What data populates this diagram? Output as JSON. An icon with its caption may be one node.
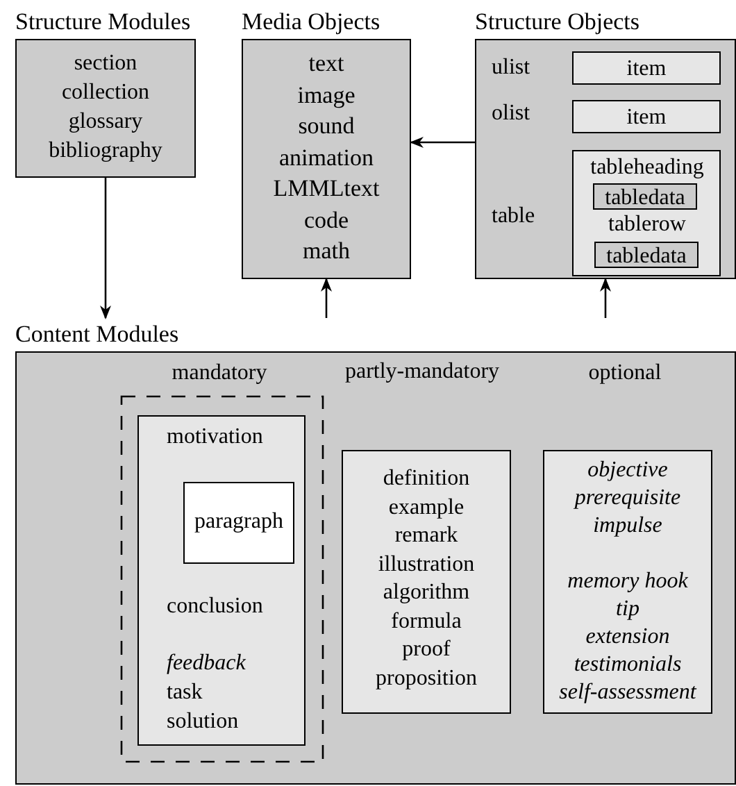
{
  "diagram": {
    "nodes": [
      {
        "text": [
          "Structure Modules",
          "section",
          "collection",
          "glossary",
          "bibliography"
        ]
      },
      {
        "text": [
          "Media Objects",
          "text",
          "image",
          "sound",
          "animation",
          "LMMLtext",
          "code",
          "math"
        ]
      },
      {
        "text": [
          "Structure Objects",
          "ulist",
          "olist",
          "table"
        ]
      },
      {
        "text": [
          "item"
        ],
        "in": 2
      },
      {
        "text": [
          "item"
        ],
        "in": 2
      },
      {
        "text": [
          "tableheading",
          "tablerow"
        ],
        "in": 2
      },
      {
        "text": [
          "tabledata"
        ],
        "in": 5
      },
      {
        "text": [
          "tabledata"
        ],
        "in": 5
      },
      {
        "text": [
          "Content Modules",
          "mandatory",
          "partly-mandatory",
          "optional"
        ]
      },
      {
        "text": [],
        "shape": "box",
        "in": 8
      },
      {
        "text": [
          "motivation",
          "conclusion",
          "*feedback*",
          "task",
          "solution"
        ],
        "in": 9
      },
      {
        "text": [
          "paragraph"
        ],
        "in": 10
      },
      {
        "text": [
          "definition",
          "example",
          "remark",
          "illustration",
          "algorithm",
          "formula",
          "proof",
          "proposition"
        ],
        "in": 8
      },
      {
        "text": [
          "objective",
          "prerequisite",
          "impulse",
          "memory hook",
          "tip",
          "extension",
          "testimonials",
          "self-assessment"
        ],
        "in": 8
      }
    ],
    "edges": [
      {
        "from": 0,
        "to": 8,
        "arrow": "to"
      },
      {
        "from": 8,
        "to": 1,
        "arrow": "to"
      },
      {
        "from": 8,
        "to": 2,
        "arrow": "to"
      },
      {
        "from": 2,
        "to": 1,
        "arrow": "to"
      }
    ]
  }
}
